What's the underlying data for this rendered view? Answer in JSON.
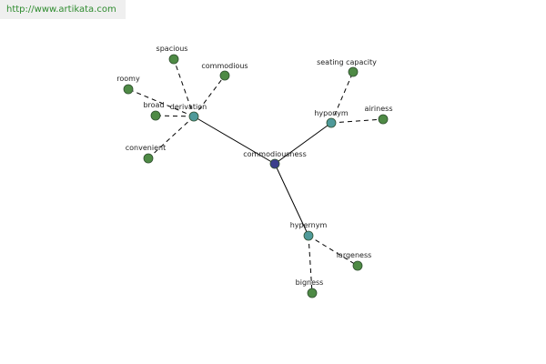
{
  "watermark": {
    "text": "http://www.artikata.com"
  },
  "colors": {
    "center": "#3b3f8c",
    "relation": "#4f9a9a",
    "leaf": "#4e8a45",
    "watermark_text": "#2e8b2e",
    "watermark_bg": "#efefef"
  },
  "graph": {
    "nodes": [
      {
        "id": "commodiousness",
        "label": "commodiousness",
        "kind": "center"
      },
      {
        "id": "derivation",
        "label": "derivation",
        "kind": "relation"
      },
      {
        "id": "hyponym",
        "label": "hyponym",
        "kind": "relation"
      },
      {
        "id": "hypernym",
        "label": "hypernym",
        "kind": "relation"
      },
      {
        "id": "spacious",
        "label": "spacious",
        "kind": "leaf"
      },
      {
        "id": "commodious",
        "label": "commodious",
        "kind": "leaf"
      },
      {
        "id": "roomy",
        "label": "roomy",
        "kind": "leaf"
      },
      {
        "id": "broad",
        "label": "broad",
        "kind": "leaf"
      },
      {
        "id": "convenient",
        "label": "convenient",
        "kind": "leaf"
      },
      {
        "id": "seating-capacity",
        "label": "seating capacity",
        "kind": "leaf"
      },
      {
        "id": "airiness",
        "label": "airiness",
        "kind": "leaf"
      },
      {
        "id": "largeness",
        "label": "largeness",
        "kind": "leaf"
      },
      {
        "id": "bigness",
        "label": "bigness",
        "kind": "leaf"
      }
    ],
    "edges": [
      {
        "from": "commodiousness",
        "to": "derivation",
        "style": "solid"
      },
      {
        "from": "commodiousness",
        "to": "hyponym",
        "style": "solid"
      },
      {
        "from": "commodiousness",
        "to": "hypernym",
        "style": "solid"
      },
      {
        "from": "derivation",
        "to": "spacious",
        "style": "dashed"
      },
      {
        "from": "derivation",
        "to": "commodious",
        "style": "dashed"
      },
      {
        "from": "derivation",
        "to": "roomy",
        "style": "dashed"
      },
      {
        "from": "derivation",
        "to": "broad",
        "style": "dashed"
      },
      {
        "from": "derivation",
        "to": "convenient",
        "style": "dashed"
      },
      {
        "from": "hyponym",
        "to": "seating-capacity",
        "style": "dashed"
      },
      {
        "from": "hyponym",
        "to": "airiness",
        "style": "dashed"
      },
      {
        "from": "hypernym",
        "to": "largeness",
        "style": "dashed"
      },
      {
        "from": "hypernym",
        "to": "bigness",
        "style": "dashed"
      }
    ]
  }
}
